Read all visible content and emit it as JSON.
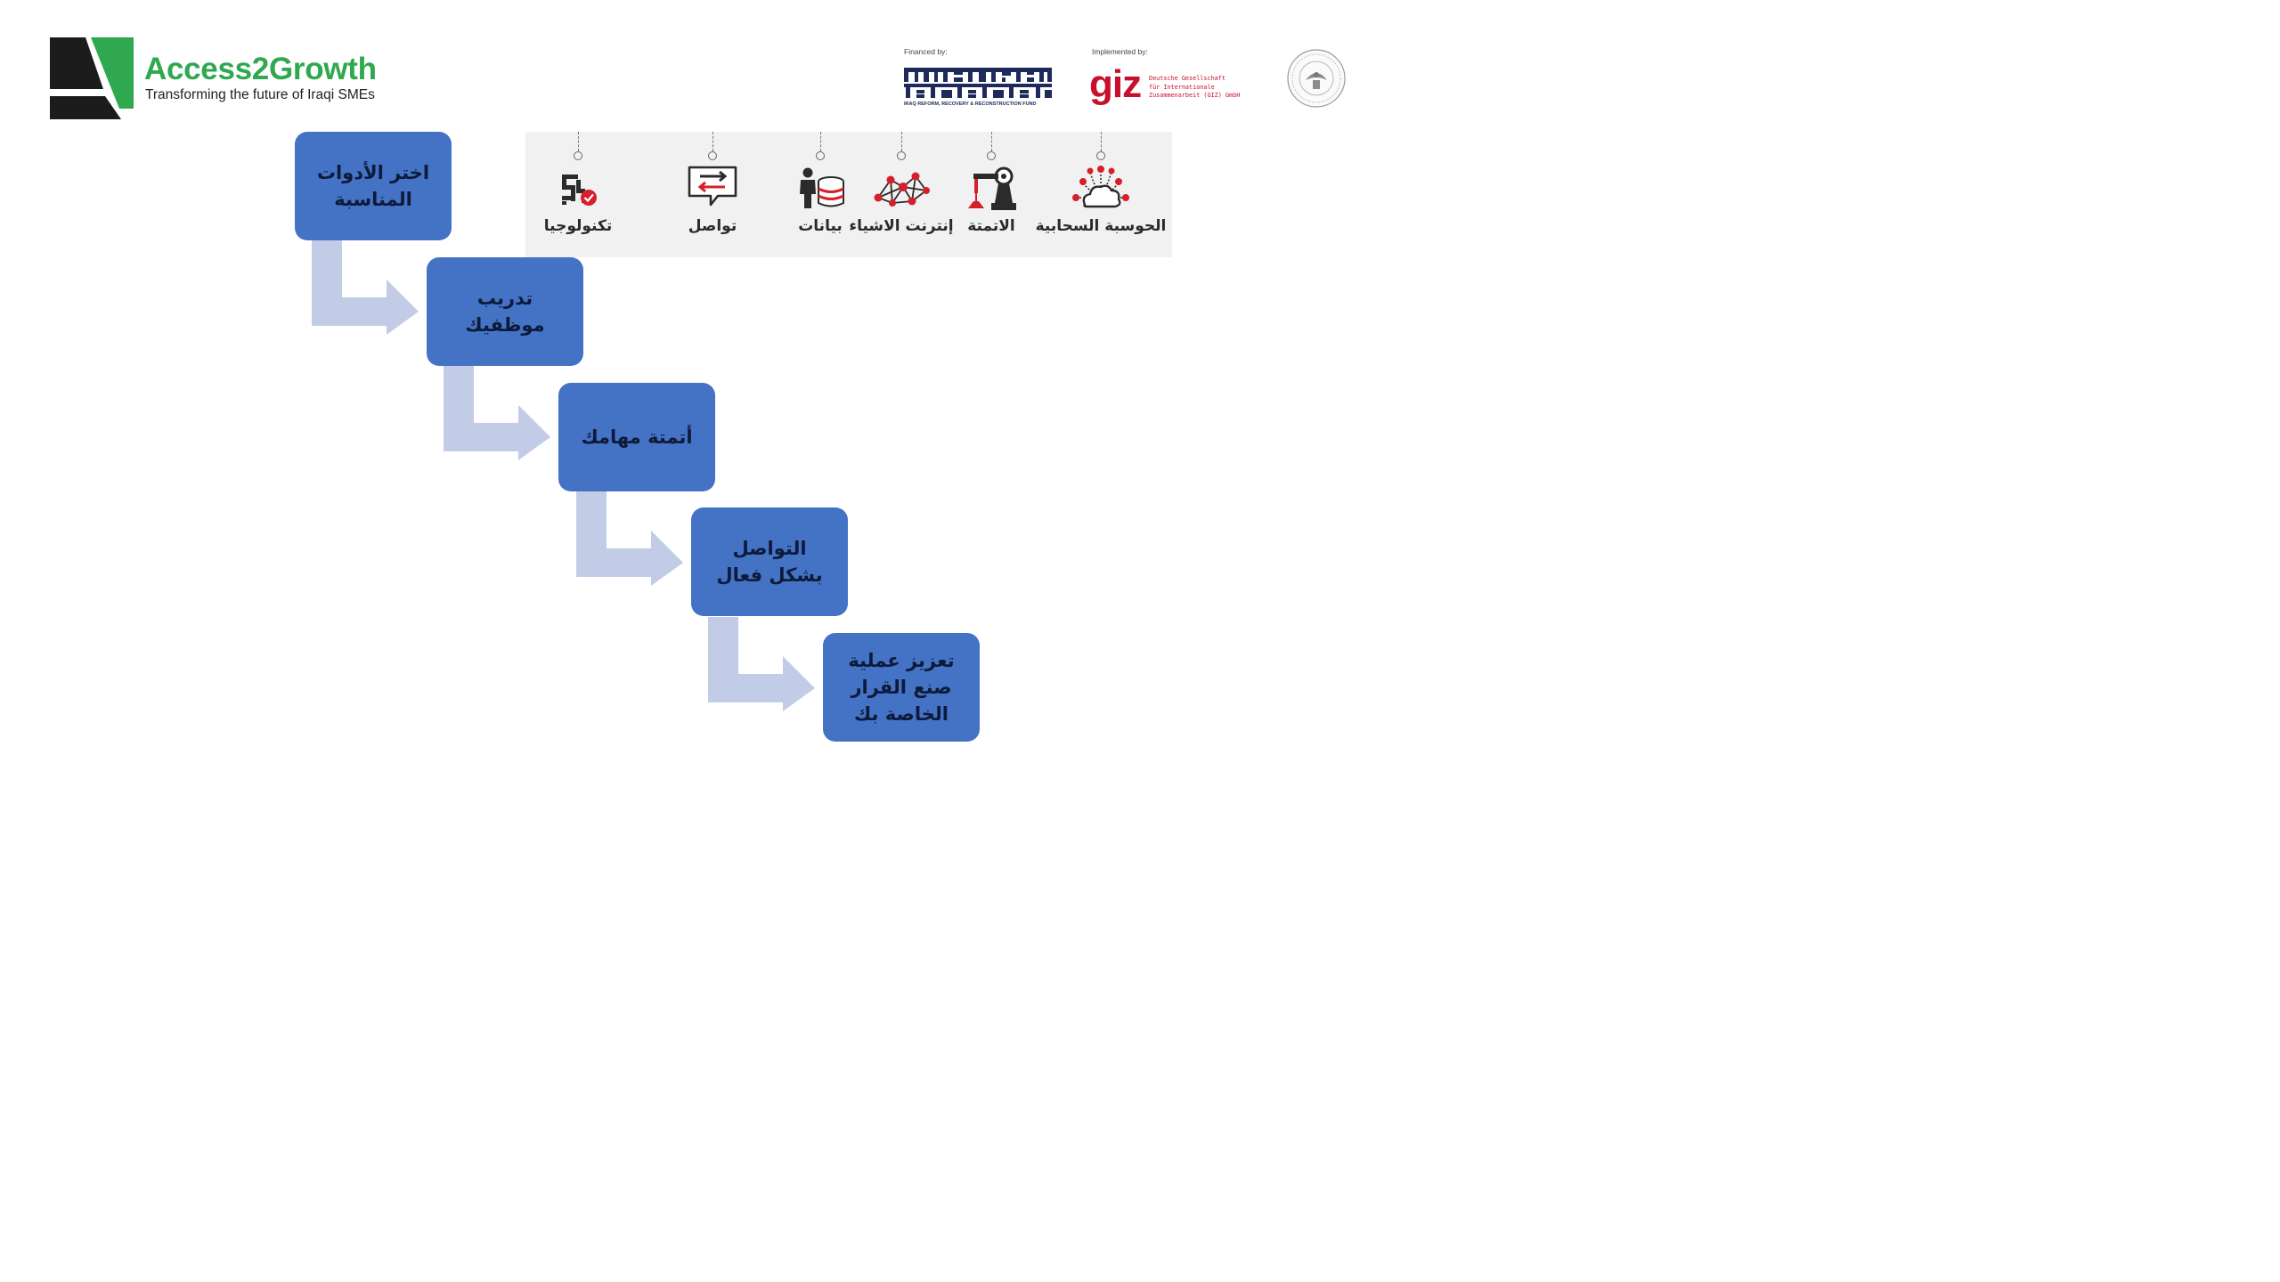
{
  "header": {
    "brand_title": "Access2Growth",
    "brand_subtitle": "Transforming the future of Iraqi SMEs",
    "financed_label": "Financed by:",
    "fund_caption": "IRAQ REFORM, RECOVERY & RECONSTRUCTION FUND",
    "implemented_label": "Implemented by:",
    "giz_word": "giz",
    "giz_desc": [
      "Deutsche Gesellschaft",
      "für Internationale",
      "Zusammenarbeit (GIZ) GmbH"
    ]
  },
  "technologies": [
    {
      "label": "تكنولوجيا",
      "icon": "circuit-check-icon"
    },
    {
      "label": "تواصل",
      "icon": "chat-exchange-icon"
    },
    {
      "label": "بيانات",
      "icon": "person-database-icon"
    },
    {
      "label": "إنترنت الاشياء",
      "icon": "network-nodes-icon"
    },
    {
      "label": "الاتمتة",
      "icon": "robot-arm-icon"
    },
    {
      "label": "الحوسبة السحابية",
      "icon": "cloud-network-icon"
    }
  ],
  "steps": [
    "اختر الأدوات المناسبة",
    "تدريب موظفيك",
    "أتمتة مهامك",
    "التواصل بشكل فعال",
    "تعزيز عملية صنع القرار الخاصة بك"
  ],
  "colors": {
    "brand_green": "#2fa84f",
    "step_fill": "#4472c4",
    "arrow_fill": "#c2cce6",
    "accent_red": "#d71f2b",
    "giz_red": "#c8102e"
  }
}
